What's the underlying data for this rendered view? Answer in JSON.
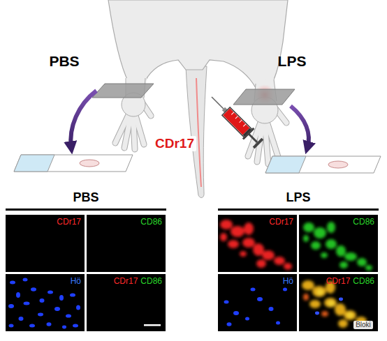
{
  "diagram": {
    "nodes": [
      {
        "text": [
          "CDr17"
        ]
      },
      {
        "text": [
          "CD86"
        ]
      },
      {
        "text": [
          "Hö"
        ]
      },
      {
        "text": [
          "CDr17",
          "CD86"
        ]
      },
      {
        "text": [
          "CDr17"
        ]
      },
      {
        "text": [
          "CD86"
        ]
      },
      {
        "text": [
          "Hö"
        ]
      },
      {
        "text": [
          "CDr17",
          "CD86"
        ]
      }
    ],
    "labels": [
      "PBS",
      "LPS",
      "CDr17",
      "PBS",
      "LPS",
      "Bloki"
    ]
  }
}
